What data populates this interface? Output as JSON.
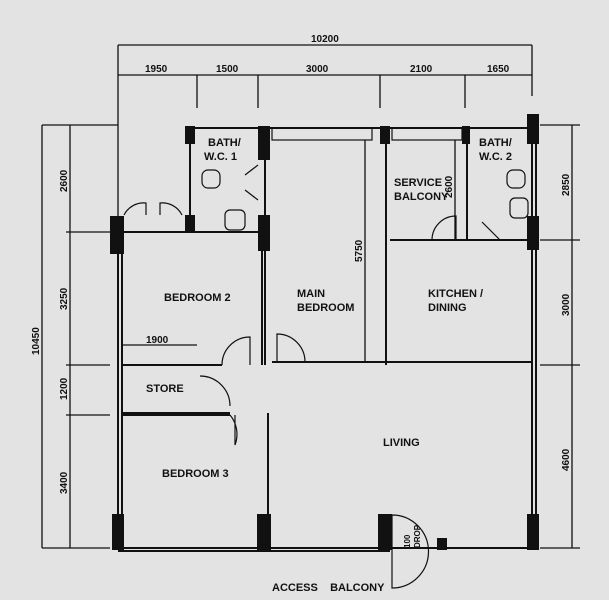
{
  "rooms": {
    "bath1": [
      "BATH/",
      "W.C. 1"
    ],
    "bath2": [
      "BATH/",
      "W.C. 2"
    ],
    "service_balcony": [
      "SERVICE",
      "BALCONY"
    ],
    "bedroom2": "BEDROOM 2",
    "main_bedroom": [
      "MAIN",
      "BEDROOM"
    ],
    "kitchen": [
      "KITCHEN /",
      "DINING"
    ],
    "store": "STORE",
    "living": "LIVING",
    "bedroom3": "BEDROOM 3",
    "access_balcony": "ACCESS    BALCONY"
  },
  "dimensions": {
    "top_total": "10200",
    "top": [
      "1950",
      "1500",
      "3000",
      "2100",
      "1650"
    ],
    "left_total": "10450",
    "left": [
      "2600",
      "3250",
      "1200",
      "3400"
    ],
    "right": [
      "2850",
      "3000",
      "4600"
    ],
    "main_bedroom_depth": "5750",
    "service_balcony_depth": "2600",
    "store_width": "1900"
  },
  "annotations": {
    "drop": [
      "100",
      "DROP"
    ]
  }
}
